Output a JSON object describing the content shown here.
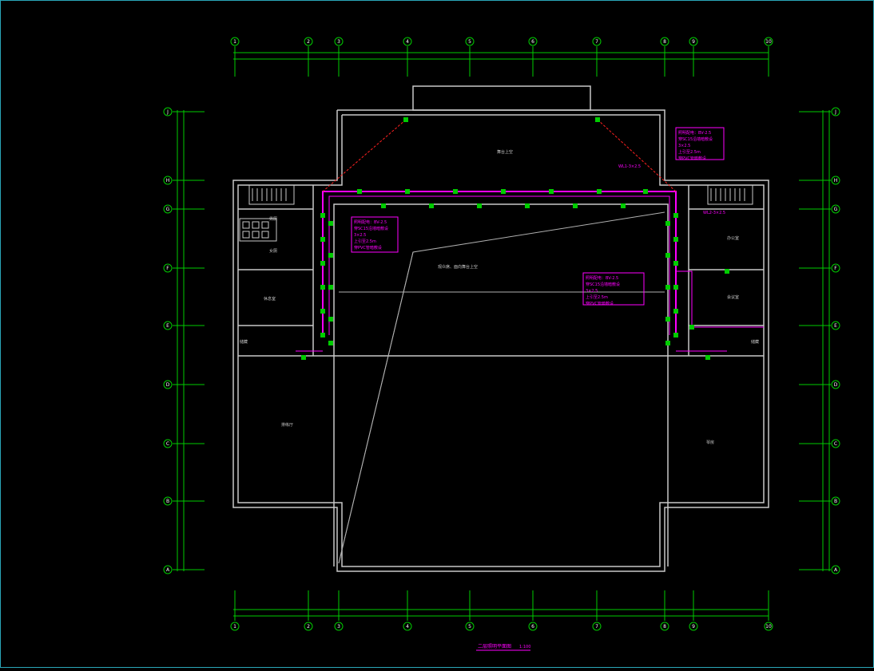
{
  "drawing": {
    "title": "二层照明平面图",
    "scale": "1:100"
  },
  "column_grid": [
    "1",
    "2",
    "3",
    "4",
    "5",
    "6",
    "7",
    "8",
    "9",
    "10"
  ],
  "row_grid": [
    "J",
    "H",
    "G",
    "F",
    "E",
    "D",
    "C",
    "B",
    "A"
  ],
  "rooms": {
    "hall_note": "观众席、面向舞台上空",
    "stage": "舞台上空",
    "lounge": "休息室",
    "left_hall": "排练厅",
    "right_hall": "琴房",
    "office_1": "办公室",
    "office_2": "会议室",
    "toilet_m": "男厕",
    "toilet_f": "女厕",
    "storage_l": "储藏",
    "storage_r": "储藏"
  },
  "annotations": {
    "spec_left": [
      "照明配电：BV-2.5",
      "穿SC15沿墙暗敷设",
      "3×2.5",
      "上引至2.5m",
      "穿PVC管暗敷设"
    ],
    "spec_mid": [
      "照明配电：BV-2.5",
      "穿SC15沿墙暗敷设",
      "3×2.5",
      "上引至2.5m",
      "穿PVC管暗敷设"
    ],
    "spec_right": [
      "照明配电：BV-2.5",
      "穿SC15沿墙暗敷设",
      "3×2.5",
      "上引至2.5m",
      "穿PVC管暗敷设"
    ],
    "riser_note": "WL1-3×2.5",
    "small_note_right": "WL2-3×2.5"
  },
  "colors": {
    "wall": "#c8c8c8",
    "wiring": "#ff00ff",
    "fixture": "#00cc00",
    "leader": "#ff2020",
    "dimension": "#00ff00",
    "frame": "#2aa6b8"
  }
}
